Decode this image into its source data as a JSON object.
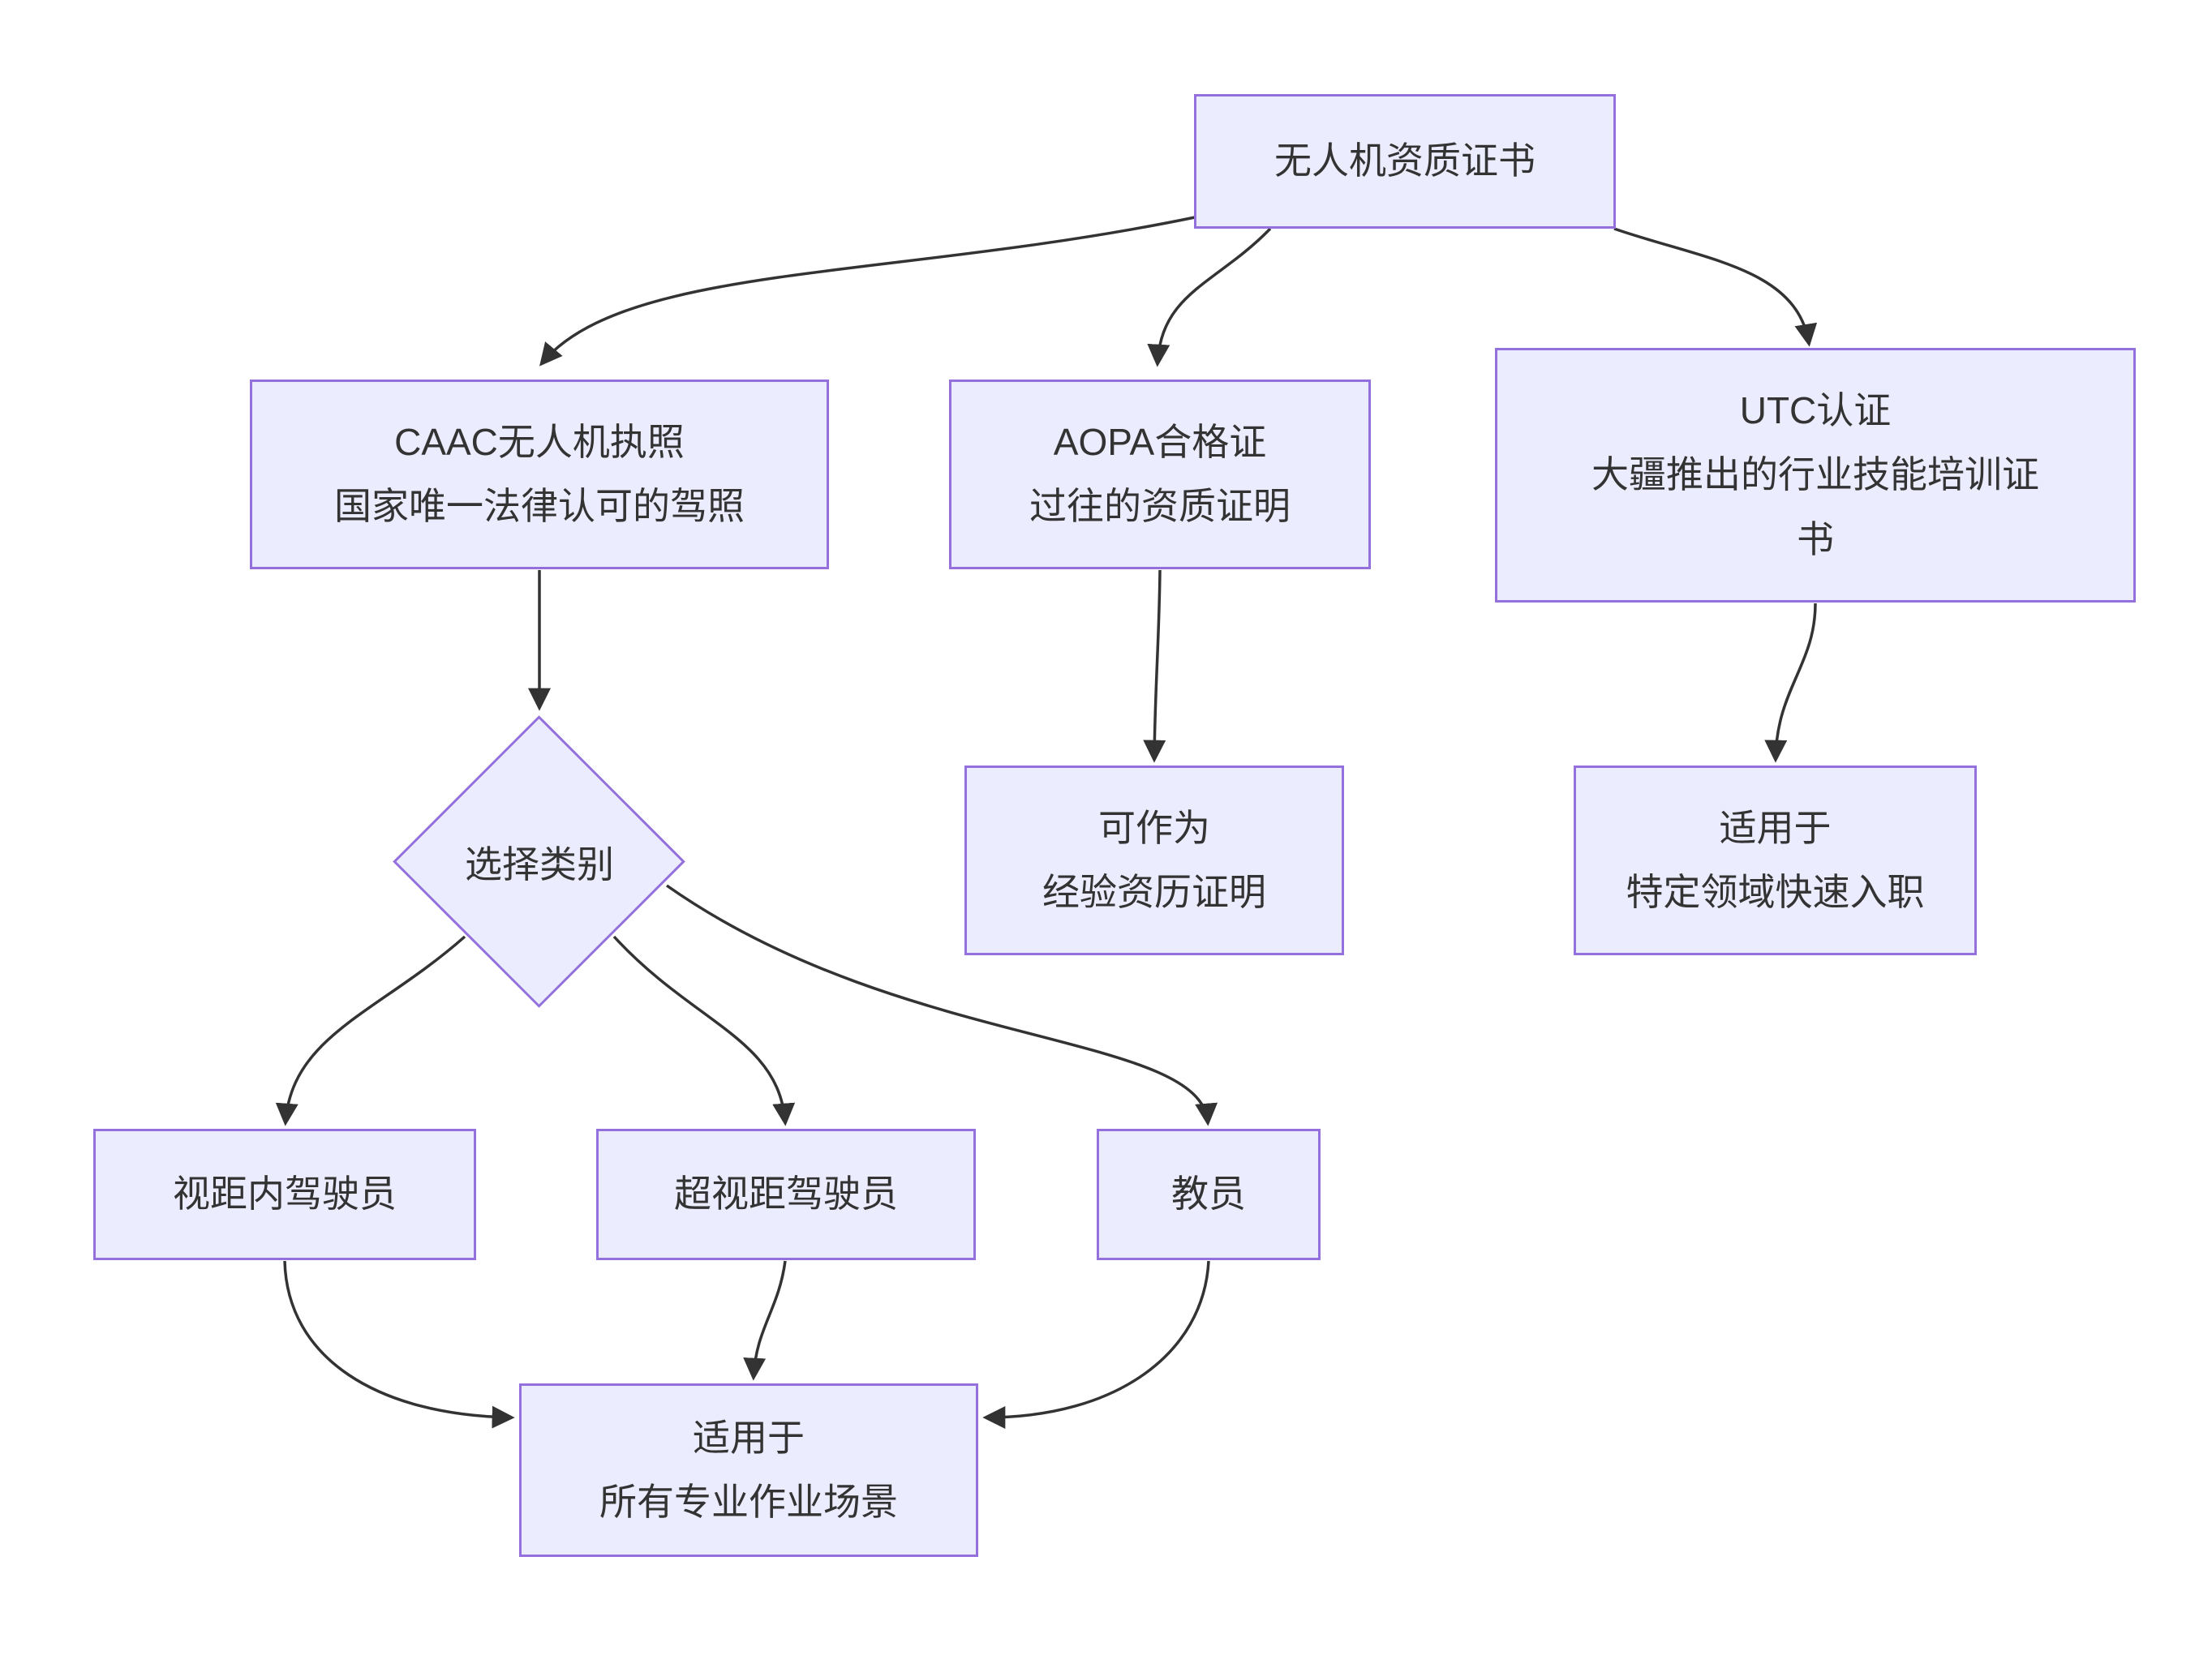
{
  "diagram": {
    "kind": "flowchart",
    "direction": "top-down",
    "colors": {
      "node_fill": "#ECECFF",
      "node_border": "#9370DB",
      "text": "#333333",
      "edge": "#333333",
      "background": "#FFFFFF"
    }
  },
  "nodes": {
    "root": {
      "shape": "rect",
      "lines": [
        "无人机资质证书"
      ]
    },
    "caac": {
      "shape": "rect",
      "lines": [
        "CAAC无人机执照",
        "国家唯一法律认可的驾照"
      ]
    },
    "aopa": {
      "shape": "rect",
      "lines": [
        "AOPA合格证",
        "过往的资质证明"
      ]
    },
    "utc": {
      "shape": "rect",
      "lines": [
        "UTC认证",
        "大疆推出的行业技能培训证",
        "书"
      ]
    },
    "decision": {
      "shape": "diamond",
      "lines": [
        "选择类别"
      ]
    },
    "aopa_child": {
      "shape": "rect",
      "lines": [
        "可作为",
        "经验资历证明"
      ]
    },
    "utc_child": {
      "shape": "rect",
      "lines": [
        "适用于",
        "特定领域快速入职"
      ]
    },
    "vlos": {
      "shape": "rect",
      "lines": [
        "视距内驾驶员"
      ]
    },
    "bvlos": {
      "shape": "rect",
      "lines": [
        "超视距驾驶员"
      ]
    },
    "instructor": {
      "shape": "rect",
      "lines": [
        "教员"
      ]
    },
    "final": {
      "shape": "rect",
      "lines": [
        "适用于",
        "所有专业作业场景"
      ]
    }
  },
  "edges": [
    {
      "from": "root",
      "to": "caac"
    },
    {
      "from": "root",
      "to": "aopa"
    },
    {
      "from": "root",
      "to": "utc"
    },
    {
      "from": "caac",
      "to": "decision"
    },
    {
      "from": "aopa",
      "to": "aopa_child"
    },
    {
      "from": "utc",
      "to": "utc_child"
    },
    {
      "from": "decision",
      "to": "vlos"
    },
    {
      "from": "decision",
      "to": "bvlos"
    },
    {
      "from": "decision",
      "to": "instructor"
    },
    {
      "from": "vlos",
      "to": "final"
    },
    {
      "from": "bvlos",
      "to": "final"
    },
    {
      "from": "instructor",
      "to": "final"
    }
  ]
}
